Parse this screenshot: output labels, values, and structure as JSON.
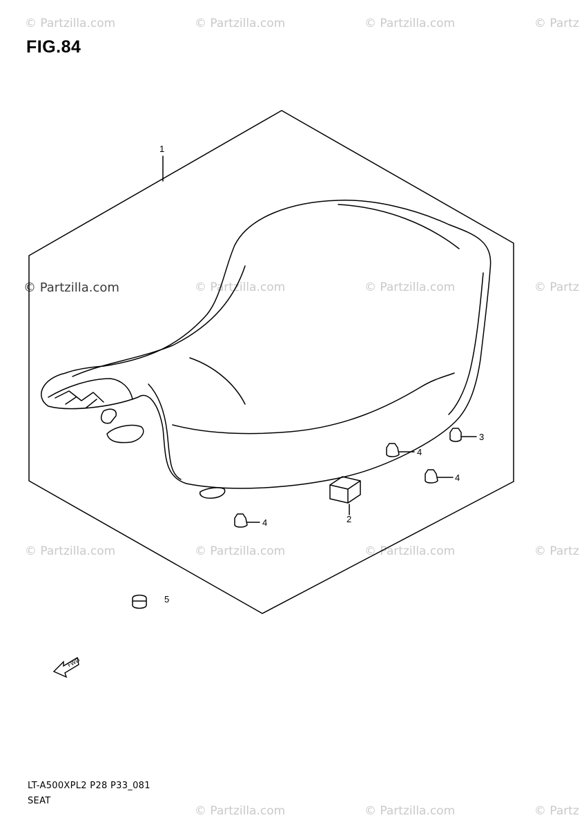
{
  "figure": {
    "title": "FIG.84"
  },
  "watermarks": {
    "faint": "© Partzilla.com",
    "faint_cut": "© Partz",
    "strong": "© Partzilla.com"
  },
  "callouts": {
    "seat": "1",
    "damper_block": "2",
    "cushion_3": "3",
    "cushion_4": "4",
    "grommet_5": "5"
  },
  "fwd_label": "FWD",
  "footer": {
    "code": "LT-A500XPL2 P28 P33_081",
    "name": "SEAT"
  },
  "colors": {
    "line": "#000000",
    "watermark": "#c9c9c9",
    "watermark_strong": "#3a3a3a"
  }
}
